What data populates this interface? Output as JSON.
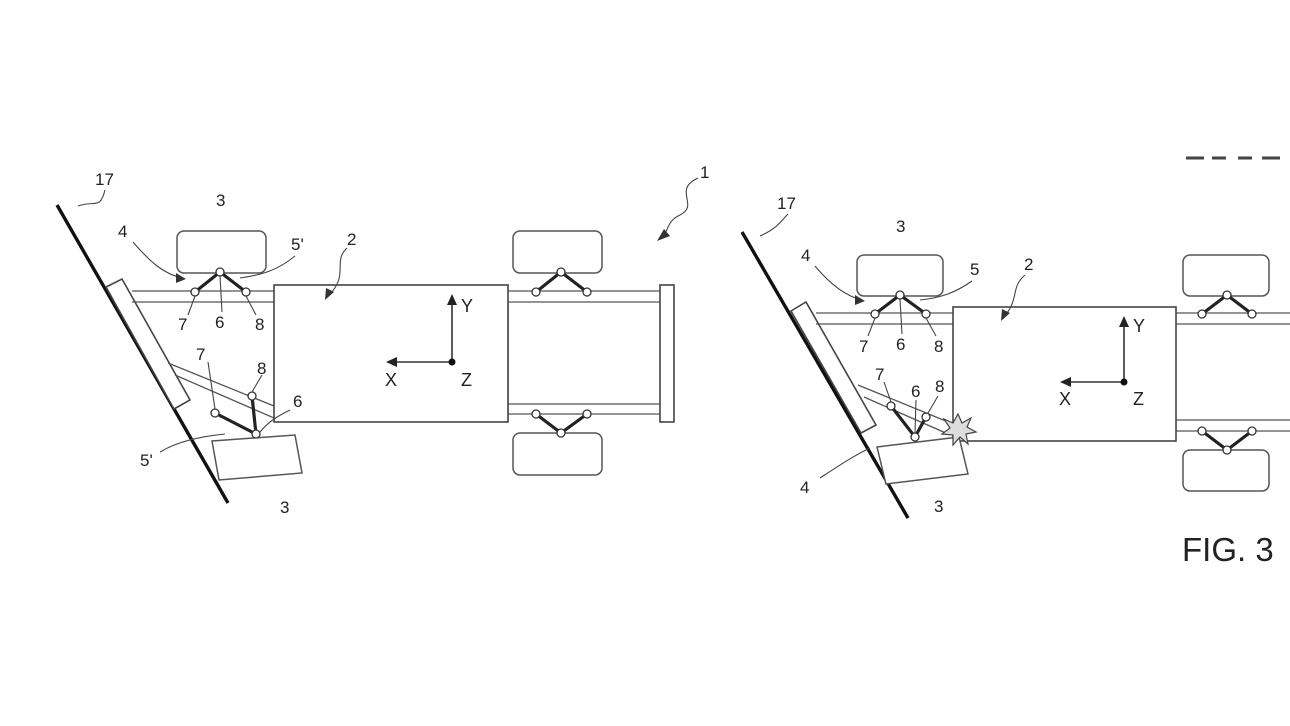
{
  "figure_label": "FIG. 3",
  "left_view": {
    "labels": {
      "vehicle": "1",
      "barrier": "17",
      "body": "2",
      "wheel_top": "3",
      "wheel_bottom": "3",
      "assembly": "4",
      "mount_top": "5'",
      "mount_bottom": "5'",
      "node7_top": "7",
      "node6_top": "6",
      "node8_top": "8",
      "node7_bottom": "7",
      "node8_bottom": "8",
      "node6_bottom": "6"
    },
    "axes": {
      "x": "X",
      "y": "Y",
      "z": "Z"
    }
  },
  "right_view": {
    "labels": {
      "barrier": "17",
      "body": "2",
      "wheel_top": "3",
      "wheel_bottom": "3",
      "assembly_top": "4",
      "assembly_bottom": "4",
      "mount_top": "5",
      "node7_top": "7",
      "node6_top": "6",
      "node8_top": "8",
      "node7_bottom": "7",
      "node6_bottom": "6",
      "node8_bottom": "8"
    },
    "axes": {
      "x": "X",
      "y": "Y",
      "z": "Z"
    }
  }
}
